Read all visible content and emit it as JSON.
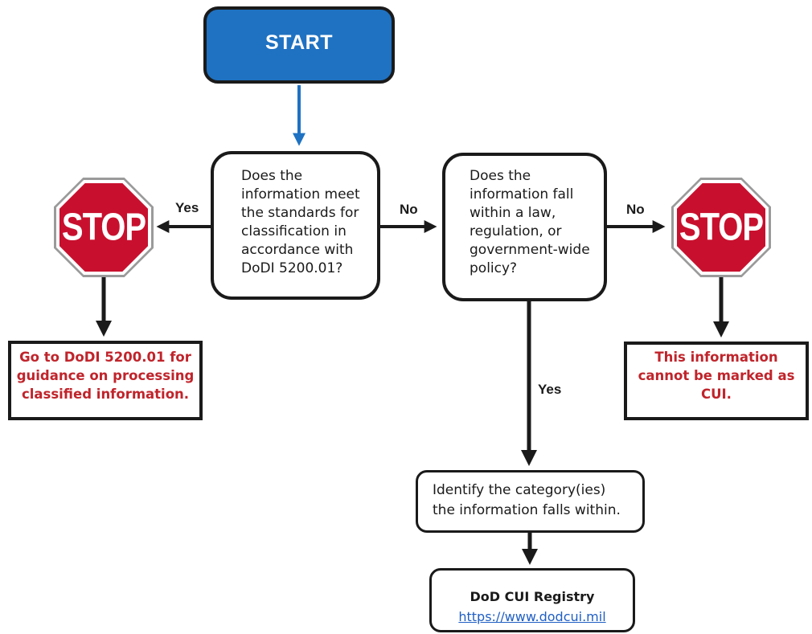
{
  "start": {
    "label": "START"
  },
  "question1": {
    "lines": [
      "Does the",
      "information meet",
      "the standards for",
      "classification in",
      "accordance with",
      "DoDI 5200.01?"
    ]
  },
  "question2": {
    "lines": [
      "Does the",
      "information fall",
      "within a law,",
      "regulation, or",
      "government-wide",
      "policy?"
    ]
  },
  "stop_left": {
    "text": "STOP"
  },
  "stop_right": {
    "text": "STOP"
  },
  "edge_labels": {
    "q1_yes": "Yes",
    "q1_no": "No",
    "q2_no": "No",
    "q2_yes": "Yes"
  },
  "classified_box": {
    "lines": [
      "Go to DoDI 5200.01 for",
      "guidance on processing",
      "classified information."
    ]
  },
  "not_cui_box": {
    "lines": [
      "This information",
      "cannot be marked as",
      "CUI."
    ]
  },
  "category_box": {
    "lines": [
      "Identify the category(ies)",
      "the information falls within."
    ]
  },
  "registry_box": {
    "title": "DoD CUI Registry",
    "link": "https://www.dodcui.mil"
  },
  "colors": {
    "start_fill": "#1f72c2",
    "start_arrow": "#1f72c2",
    "stop_red": "#c8102e",
    "alert_text": "#c0242b",
    "link": "#1f5fc4",
    "line": "#1a1a1a"
  }
}
